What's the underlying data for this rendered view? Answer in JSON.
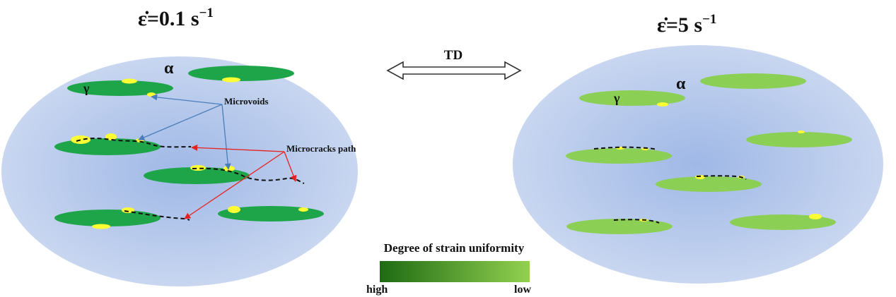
{
  "titles": {
    "left_rate": "0.1 s",
    "right_rate": "5 s",
    "symbol": "ε̇=",
    "exponent": "−1"
  },
  "labels": {
    "alpha_left": "α",
    "alpha_right": "α",
    "gamma_left": "γ",
    "gamma_right": "γ",
    "td": "TD",
    "microvoids": "Microvoids",
    "microcracks": "Microcracks path"
  },
  "legend": {
    "title": "Degree of strain uniformity",
    "high": "high",
    "low": "low",
    "gradient_start": "#1e6b12",
    "gradient_end": "#92d050"
  },
  "colors": {
    "matrix_center": "#9fb8e6",
    "matrix_edge": "#c8d6f0",
    "grain_high_strain": "#1ea54a",
    "grain_low_strain": "#8ccf55",
    "void": "#ffff33",
    "microvoid_arrow": "#4a7ebb",
    "crack_arrow": "#e8201e",
    "crack_path": "#111111"
  }
}
